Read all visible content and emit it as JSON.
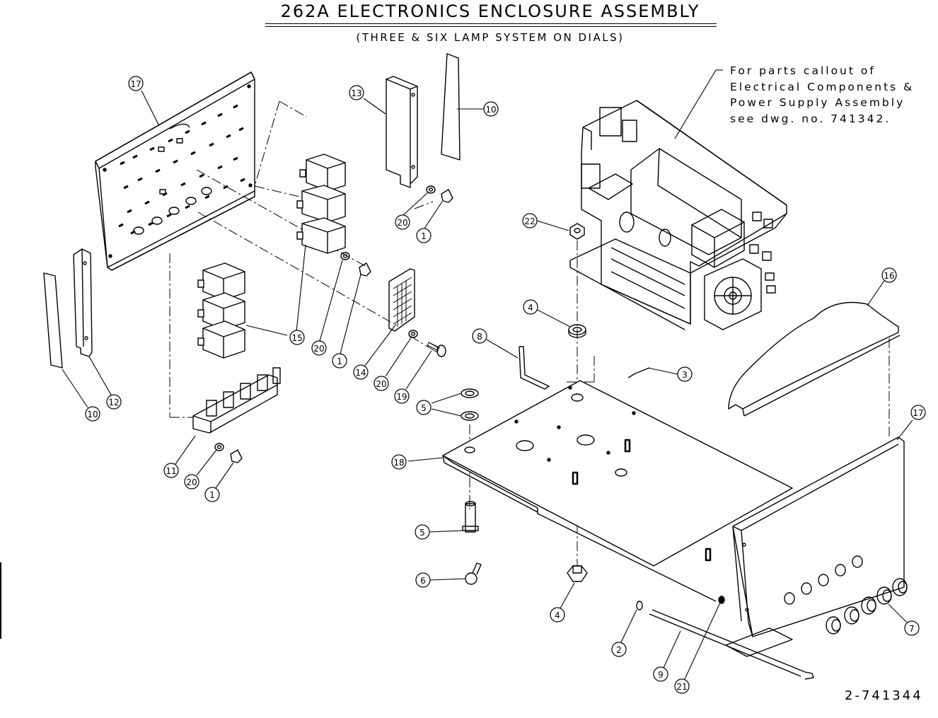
{
  "drawing": {
    "title": "262A ELECTRONICS ENCLOSURE ASSEMBLY",
    "subtitle": "(THREE & SIX LAMP SYSTEM ON DIALS)",
    "note_lines": [
      "For parts callout of",
      "Electrical Components &",
      "Power Supply Assembly",
      "see dwg. no. 741342."
    ],
    "drawing_number": "2-741344"
  },
  "callouts": [
    {
      "id": "c17a",
      "label": "17"
    },
    {
      "id": "c13",
      "label": "13"
    },
    {
      "id": "c10a",
      "label": "10"
    },
    {
      "id": "c20a",
      "label": "20"
    },
    {
      "id": "c1a",
      "label": "1"
    },
    {
      "id": "c22",
      "label": "22"
    },
    {
      "id": "c16",
      "label": "16"
    },
    {
      "id": "c4a",
      "label": "4"
    },
    {
      "id": "c15a",
      "label": "15"
    },
    {
      "id": "c20b",
      "label": "20"
    },
    {
      "id": "c1b",
      "label": "1"
    },
    {
      "id": "c14",
      "label": "14"
    },
    {
      "id": "c20c",
      "label": "20"
    },
    {
      "id": "c19",
      "label": "19"
    },
    {
      "id": "c8",
      "label": "8"
    },
    {
      "id": "c3",
      "label": "3"
    },
    {
      "id": "c10b",
      "label": "10"
    },
    {
      "id": "c12",
      "label": "12"
    },
    {
      "id": "c5a",
      "label": "5"
    },
    {
      "id": "c17b",
      "label": "17"
    },
    {
      "id": "c18",
      "label": "18"
    },
    {
      "id": "c11",
      "label": "11"
    },
    {
      "id": "c20d",
      "label": "20"
    },
    {
      "id": "c1c",
      "label": "1"
    },
    {
      "id": "c5b",
      "label": "5"
    },
    {
      "id": "c6",
      "label": "6"
    },
    {
      "id": "c4b",
      "label": "4"
    },
    {
      "id": "c2",
      "label": "2"
    },
    {
      "id": "c9",
      "label": "9"
    },
    {
      "id": "c21",
      "label": "21"
    },
    {
      "id": "c7",
      "label": "7"
    }
  ]
}
